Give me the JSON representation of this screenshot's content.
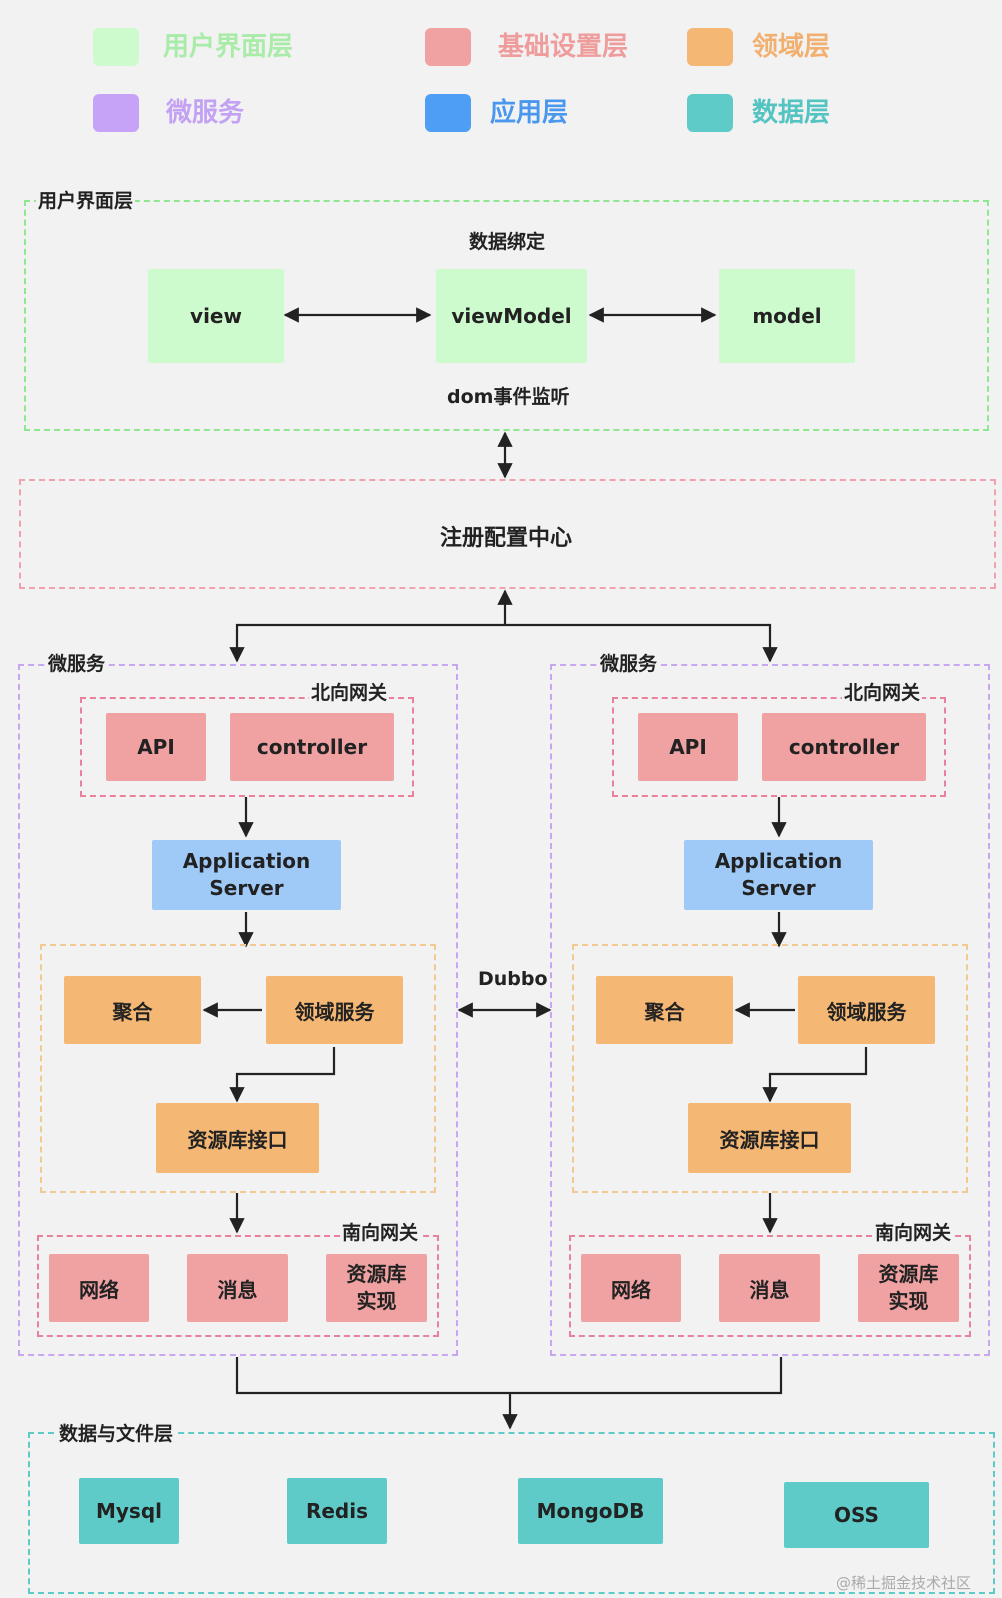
{
  "legend": [
    {
      "label": "用户界面层",
      "color": "#cdfbcd",
      "text_color": "#a9eba9"
    },
    {
      "label": "基础设置层",
      "color": "#f0a2a2",
      "text_color": "#ef9c9c"
    },
    {
      "label": "领域层",
      "color": "#f4b774",
      "text_color": "#f2b070"
    },
    {
      "label": "微服务",
      "color": "#c6a3f7",
      "text_color": "#c3a2f4"
    },
    {
      "label": "应用层",
      "color": "#4f9ef5",
      "text_color": "#4a97ee"
    },
    {
      "label": "数据层",
      "color": "#5ecbc9",
      "text_color": "#53c4c2"
    }
  ],
  "ui_layer": {
    "title": "用户界面层",
    "data_binding": "数据绑定",
    "dom_listen": "dom事件监听",
    "view": "view",
    "viewmodel": "viewModel",
    "model": "model"
  },
  "registry": {
    "label": "注册配置中心"
  },
  "dubbo": "Dubbo",
  "microservices": [
    {
      "title": "微服务",
      "north_gateway": "北向网关",
      "api": "API",
      "controller": "controller",
      "app_server_line1": "Application",
      "app_server_line2": "Server",
      "aggregate": "聚合",
      "domain_service": "领域服务",
      "repository_interface": "资源库接口",
      "south_gateway": "南向网关",
      "network": "网络",
      "message": "消息",
      "repository_impl_line1": "资源库",
      "repository_impl_line2": "实现"
    },
    {
      "title": "微服务",
      "north_gateway": "北向网关",
      "api": "API",
      "controller": "controller",
      "app_server_line1": "Application",
      "app_server_line2": "Server",
      "aggregate": "聚合",
      "domain_service": "领域服务",
      "repository_interface": "资源库接口",
      "south_gateway": "南向网关",
      "network": "网络",
      "message": "消息",
      "repository_impl_line1": "资源库",
      "repository_impl_line2": "实现"
    }
  ],
  "data_layer": {
    "title": "数据与文件层",
    "stores": [
      "Mysql",
      "Redis",
      "MongoDB",
      "OSS"
    ]
  },
  "watermark": "@稀土掘金技术社区"
}
